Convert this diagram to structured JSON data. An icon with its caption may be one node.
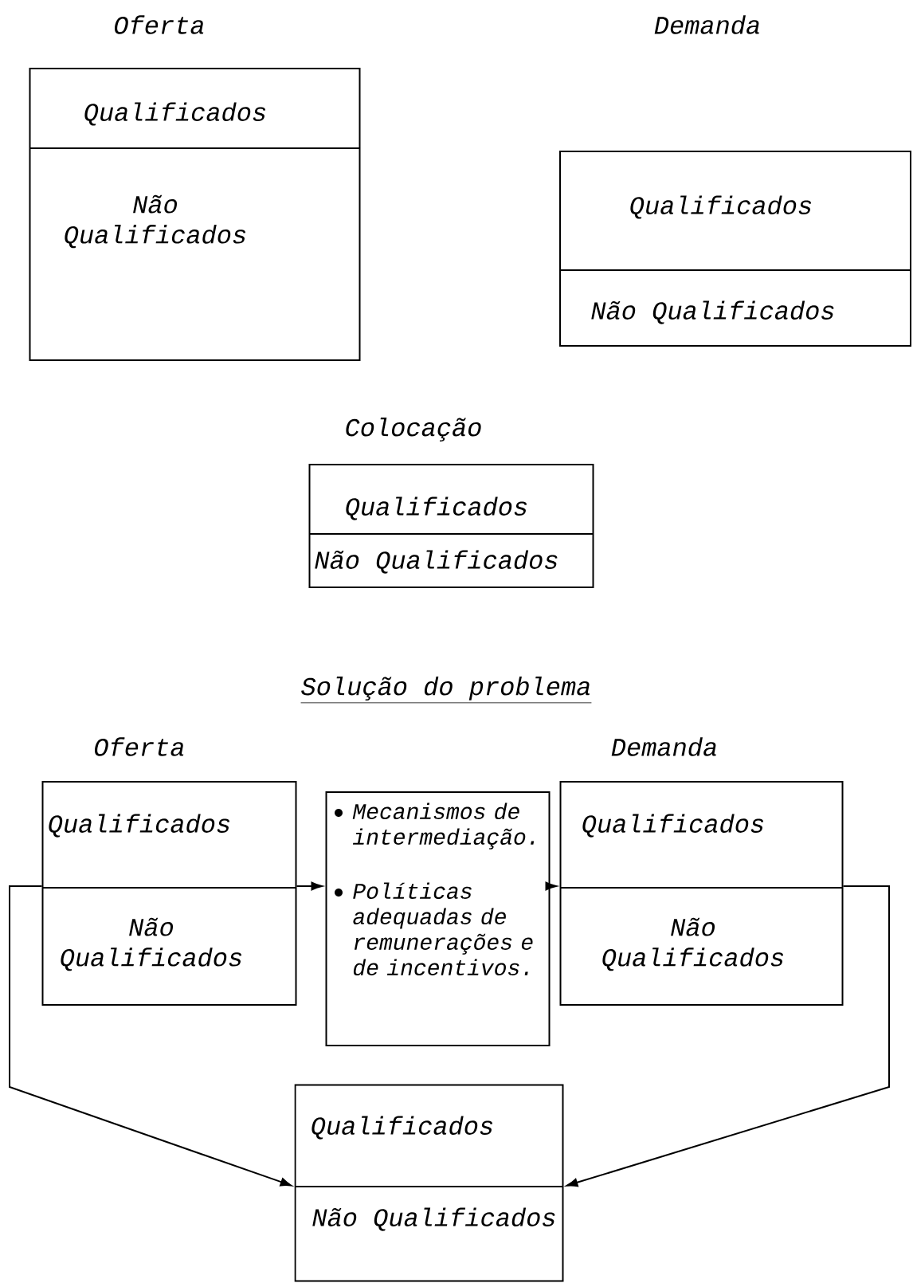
{
  "diagram": {
    "nodes": [
      {
        "text": [
          "Oferta",
          "Qualificados",
          "Não Qualificados"
        ]
      },
      {
        "text": [
          "Demanda",
          "Qualificados",
          "Não Qualificados"
        ]
      },
      {
        "text": [
          "Colocação",
          "Qualificados",
          "Não Qualificados"
        ]
      },
      {
        "text": [
          "Oferta",
          "Qualificados",
          "Não Qualificados"
        ]
      },
      {
        "text": [
          "Mecanismos de intermediação.",
          "Políticas adequadas de remunerações e de incentivos."
        ]
      },
      {
        "text": [
          "Demanda",
          "Qualificados",
          "Não Qualificados"
        ]
      },
      {
        "text": [
          "Qualificados",
          "Não Qualificados"
        ]
      }
    ],
    "edges": [
      {
        "from": 3,
        "to": 4,
        "arrow": "to"
      },
      {
        "from": 4,
        "to": 5,
        "arrow": "to"
      },
      {
        "from": 3,
        "to": 6,
        "arrow": "to"
      },
      {
        "from": 5,
        "to": 6,
        "arrow": "to"
      }
    ],
    "labels": [
      "Solução do problema"
    ]
  }
}
